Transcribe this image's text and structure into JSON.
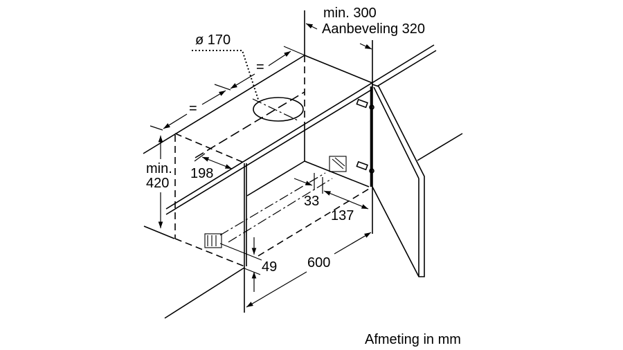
{
  "labels": {
    "min_300": "min. 300",
    "recommended_320": "Aanbeveling 320",
    "diameter": "ø 170",
    "equal_1": "=",
    "equal_2": "=",
    "min_word": "min.",
    "height_420": "420",
    "depth_198": "198",
    "offset_33": "33",
    "offset_137": "137",
    "offset_49": "49",
    "width_600": "600",
    "unit_note": "Afmeting in mm"
  },
  "colors": {
    "line": "#000000",
    "background": "#ffffff"
  }
}
